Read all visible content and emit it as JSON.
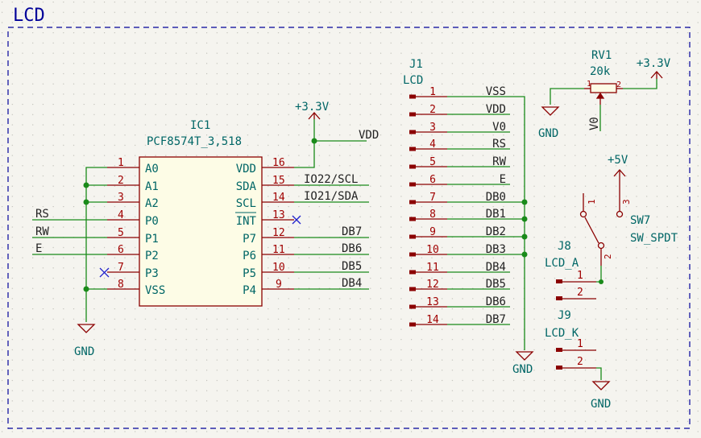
{
  "sheet": {
    "title": "LCD"
  },
  "ic1": {
    "ref": "IC1",
    "value": "PCF8574T_3,518",
    "left_pins": [
      {
        "num": "1",
        "name": "A0"
      },
      {
        "num": "2",
        "name": "A1"
      },
      {
        "num": "3",
        "name": "A2"
      },
      {
        "num": "4",
        "name": "P0"
      },
      {
        "num": "5",
        "name": "P1"
      },
      {
        "num": "6",
        "name": "P2"
      },
      {
        "num": "7",
        "name": "P3"
      },
      {
        "num": "8",
        "name": "VSS"
      }
    ],
    "right_pins": [
      {
        "num": "16",
        "name": "VDD"
      },
      {
        "num": "15",
        "name": "SDA"
      },
      {
        "num": "14",
        "name": "SCL"
      },
      {
        "num": "13",
        "name": "INT"
      },
      {
        "num": "12",
        "name": "P7"
      },
      {
        "num": "11",
        "name": "P6"
      },
      {
        "num": "10",
        "name": "P5"
      },
      {
        "num": "9",
        "name": "P4"
      }
    ]
  },
  "ic1_nets": {
    "left": [
      "RS",
      "RW",
      "E"
    ],
    "right": {
      "vdd": "VDD",
      "sda": "IO22/SCL",
      "scl": "IO21/SDA",
      "p7": "DB7",
      "p6": "DB6",
      "p5": "DB5",
      "p4": "DB4"
    }
  },
  "j1": {
    "ref": "J1",
    "value": "LCD",
    "pins": [
      {
        "num": "1",
        "name": "VSS"
      },
      {
        "num": "2",
        "name": "VDD"
      },
      {
        "num": "3",
        "name": "V0"
      },
      {
        "num": "4",
        "name": "RS"
      },
      {
        "num": "5",
        "name": "RW"
      },
      {
        "num": "6",
        "name": "E"
      },
      {
        "num": "7",
        "name": "DB0"
      },
      {
        "num": "8",
        "name": "DB1"
      },
      {
        "num": "9",
        "name": "DB2"
      },
      {
        "num": "10",
        "name": "DB3"
      },
      {
        "num": "11",
        "name": "DB4"
      },
      {
        "num": "12",
        "name": "DB5"
      },
      {
        "num": "13",
        "name": "DB6"
      },
      {
        "num": "14",
        "name": "DB7"
      }
    ]
  },
  "rv1": {
    "ref": "RV1",
    "value": "20k",
    "pin1": "1",
    "pin2": "2",
    "net": "V0"
  },
  "sw7": {
    "ref": "SW7",
    "value": "SW_SPDT",
    "pins": [
      "1",
      "2",
      "3"
    ]
  },
  "j8": {
    "ref": "J8",
    "value": "LCD_A",
    "pins": [
      "1",
      "2"
    ]
  },
  "j9": {
    "ref": "J9",
    "value": "LCD_K",
    "pins": [
      "1",
      "2"
    ]
  },
  "power": {
    "v33": "+3.3V",
    "v5": "+5V",
    "gnd": "GND"
  },
  "colors": {
    "wire": "#1a8a1a",
    "body": "#8b0000",
    "pin_text": "#a00000",
    "label": "#006666",
    "net": "#222222",
    "border": "#000099",
    "junction": "#1a8a1a",
    "noconnect": "#2222cc"
  }
}
